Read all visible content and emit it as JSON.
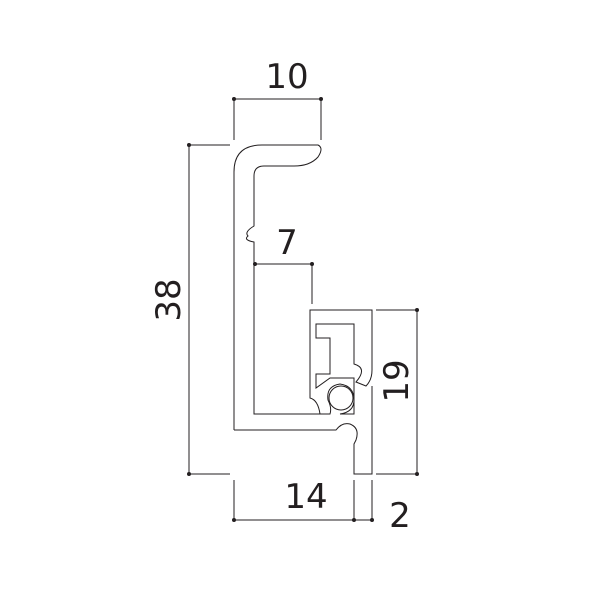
{
  "drawing": {
    "line_color": "#231f20",
    "background": "#ffffff",
    "dimensions": {
      "top_width": "10",
      "inner_gap": "7",
      "total_height": "38",
      "right_height": "19",
      "bottom_width": "14",
      "small_width": "2"
    }
  }
}
